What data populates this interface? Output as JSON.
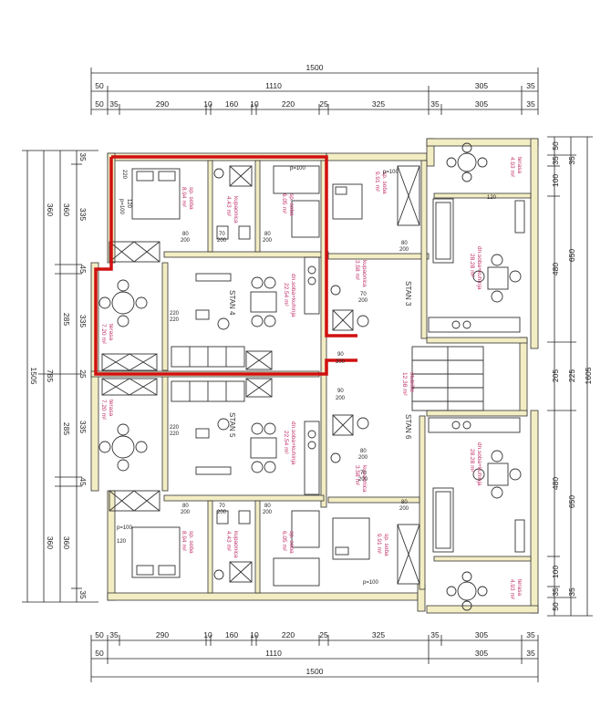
{
  "colors": {
    "wall_fill": "#f3edc4",
    "wall_stroke": "#333333",
    "highlight": "#d01010",
    "room_label": "#c0306a",
    "stair_label": "#2f9a4a"
  },
  "dimensions": {
    "top": {
      "row1": [
        "1500"
      ],
      "row2": [
        "50",
        "1110",
        "305",
        "35"
      ],
      "row3": [
        "50",
        "35",
        "290",
        "10",
        "160",
        "10",
        "220",
        "25",
        "325",
        "35",
        "305",
        "35"
      ]
    },
    "bottom": {
      "row1": [
        "50",
        "35",
        "290",
        "10",
        "160",
        "10",
        "220",
        "25",
        "325",
        "35",
        "305",
        "35"
      ],
      "row2": [
        "50",
        "1110",
        "305",
        "35"
      ],
      "row3": [
        "1500"
      ]
    },
    "left": {
      "outer": "1505",
      "mid": [
        "360",
        "285",
        "285",
        "360"
      ],
      "inner": [
        "35",
        "335",
        "45",
        "335",
        "25",
        "335",
        "45",
        "35"
      ],
      "extra": [
        "360",
        "785",
        "360"
      ]
    },
    "right": {
      "outer": "1605",
      "mid": [
        "650",
        "225",
        "650"
      ],
      "inner": [
        "50",
        "35",
        "100",
        "480",
        "205",
        "480",
        "100",
        "35",
        "50"
      ],
      "extra": [
        "35",
        "35"
      ]
    }
  },
  "apartments": [
    {
      "name": "STAN 4"
    },
    {
      "name": "STAN 5"
    },
    {
      "name": "STAN 3"
    },
    {
      "name": "STAN 6"
    }
  ],
  "rooms": [
    {
      "name": "sp. soba",
      "area": "8.94 m²"
    },
    {
      "name": "kupaonica",
      "area": "4.43 m²"
    },
    {
      "name": "sp. soba",
      "area": "6.05 m²"
    },
    {
      "name": "dn.soba+kuhinja",
      "area": "22.54 m²"
    },
    {
      "name": "terasa",
      "area": "7.20 m²"
    },
    {
      "name": "terasa",
      "area": "7.20 m²"
    },
    {
      "name": "dn.soba+kuhinja",
      "area": "22.54 m²"
    },
    {
      "name": "sp. soba",
      "area": "8.94 m²"
    },
    {
      "name": "kupaonica",
      "area": "4.43 m²"
    },
    {
      "name": "sp. soba",
      "area": "6.05 m²"
    },
    {
      "name": "sp. soba",
      "area": "9.91 m²"
    },
    {
      "name": "kupaonica",
      "area": "3.58 m²"
    },
    {
      "name": "dn.soba+kuhinja",
      "area": "28.28 m²"
    },
    {
      "name": "terasa",
      "area": "4.93 m²"
    },
    {
      "name": "stubište",
      "area": "12.38 m²"
    },
    {
      "name": "kupaonica",
      "area": "3.58 m²"
    },
    {
      "name": "dn.soba+kuhinja",
      "area": "28.28 m²"
    },
    {
      "name": "sp. soba",
      "area": "9.91 m²"
    },
    {
      "name": "terasa",
      "area": "4.93 m²"
    }
  ],
  "doors": [
    "p=100",
    "120",
    "220",
    "80",
    "200",
    "70",
    "200",
    "80",
    "200",
    "p=100",
    "80",
    "200",
    "70",
    "200",
    "220",
    "220",
    "220",
    "220",
    "90",
    "200",
    "90",
    "200",
    "p=100",
    "120",
    "80",
    "200",
    "70",
    "200",
    "80",
    "200",
    "p=100",
    "80",
    "200",
    "70",
    "200",
    "80",
    "200",
    "p=100",
    "120"
  ]
}
